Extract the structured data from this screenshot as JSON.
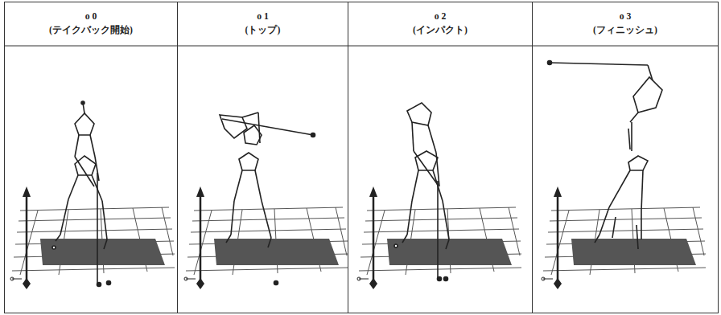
{
  "diagram": {
    "nodes": [
      {
        "text": [
          "o 0",
          "(テイクバック開始)"
        ]
      },
      {
        "text": [
          "o 1",
          "(トップ)"
        ]
      },
      {
        "text": [
          "o 2",
          "(インパクト)"
        ]
      },
      {
        "text": [
          "o 3",
          "(フィニッシュ)"
        ]
      }
    ]
  }
}
